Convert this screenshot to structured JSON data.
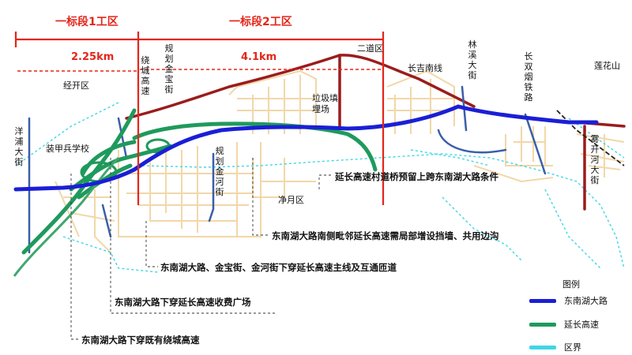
{
  "sections": {
    "section1_title": "一标段1工区",
    "section2_title": "一标段2工区",
    "section1_length": "2.25km",
    "section2_length": "4.1km"
  },
  "places": {
    "jingkai": "经开区",
    "zhuangjia": "装甲兵学校",
    "erdao": "二道区",
    "lajitian": "垃圾填埋场",
    "jingyue": "净月区",
    "lianhuashan": "莲花山"
  },
  "streets": {
    "yangpu": "洋浦大街",
    "raocheng": "绕城高速",
    "guihua_jinbao": "规划金宝街",
    "guihua_jinhe": "规划金河街",
    "changji_nan": "长吉南线",
    "linxi": "林溪大街",
    "changshuang": "长双烟铁路",
    "wukai": "雾开河大街"
  },
  "annotations": {
    "a1": "延长高速村道桥预留上跨东南湖大路条件",
    "a2": "东南湖大路南侧毗邻延长高速需局部增设挡墙、共用边沟",
    "a3": "东南湖大路、金宝街、金河街下穿延长高速主线及互通匝道",
    "a4": "东南湖大路下穿延长高速收费广场",
    "a5": "东南湖大路下穿既有绕城高速"
  },
  "legend": {
    "title": "图例",
    "items": [
      {
        "label": "东南湖大路",
        "color": "#1a1fd6"
      },
      {
        "label": "延长高速",
        "color": "#1f9a5c"
      },
      {
        "label": "区界",
        "color": "#3fd6e6"
      }
    ]
  },
  "colors": {
    "main_road": "#1a1fd6",
    "expressway": "#1f9a5c",
    "boundary": "#3fd6e6",
    "local_road": "#f2d7a8",
    "existing_road": "#9b1c1c",
    "street": "#3a5fa8",
    "section_marker": "#e3261b"
  }
}
